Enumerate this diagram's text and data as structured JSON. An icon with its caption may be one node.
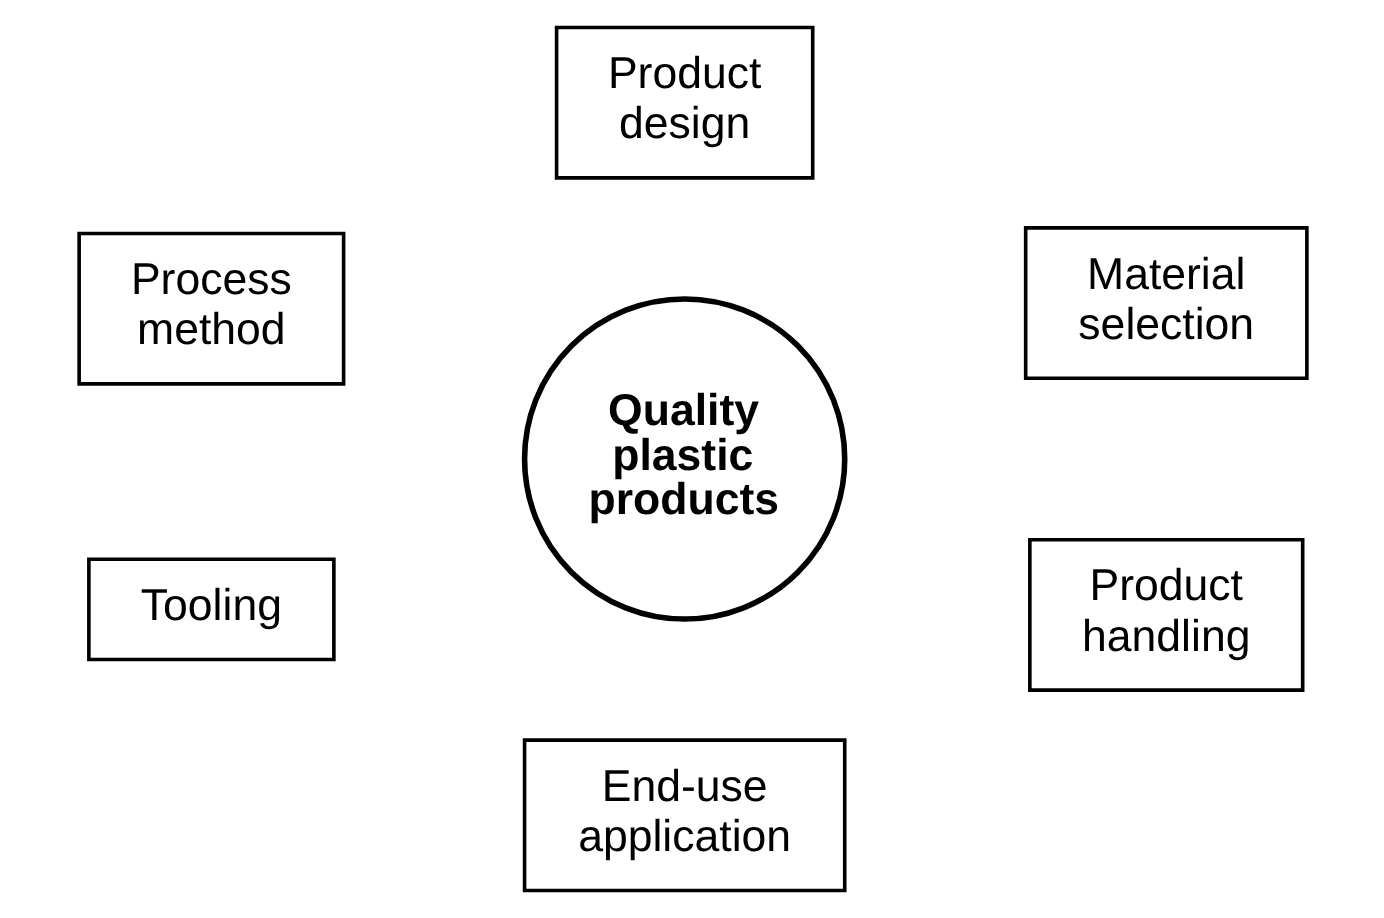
{
  "diagram": {
    "nodes": [
      {
        "text": [
          "Product design"
        ]
      },
      {
        "text": [
          "Process method"
        ]
      },
      {
        "text": [
          "Material selection"
        ]
      },
      {
        "text": [
          "Quality plastic products"
        ]
      },
      {
        "text": [
          "Tooling"
        ]
      },
      {
        "text": [
          "Product handling"
        ]
      },
      {
        "text": [
          "End-use application"
        ]
      }
    ],
    "edges": []
  }
}
